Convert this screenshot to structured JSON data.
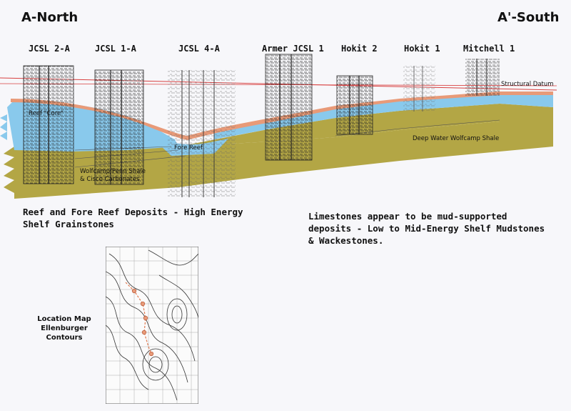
{
  "titles": {
    "left": "A-North",
    "right": "A'-South"
  },
  "wells": [
    {
      "name": "JCSL 2-A"
    },
    {
      "name": "JCSL 1-A"
    },
    {
      "name": "JCSL 4-A"
    },
    {
      "name": "Armer JCSL 1"
    },
    {
      "name": "Hokit 2"
    },
    {
      "name": "Hokit 1"
    },
    {
      "name": "Mitchell 1"
    }
  ],
  "labels": {
    "structural_datum": "Structural Datum",
    "reef_core": "Reef \"Core\"",
    "fore_reef": "Fore Reef",
    "deep_water_shale": "Deep Water Wolfcamp Shale",
    "wolfcamp_penn_line1": "Wolfcamp/Penn Shale",
    "wolfcamp_penn_line2": "& Cisco Carbonates"
  },
  "notes": {
    "reef_line1": "Reef and Fore Reef Deposits - High Energy",
    "reef_line2": "Shelf Grainstones",
    "lime_line1": "Limestones appear to be mud-supported",
    "lime_line2": "deposits - Low to Mid-Energy Shelf Mudstones",
    "lime_line3": "& Wackestones."
  },
  "location_map": {
    "caption_line1": "Location Map",
    "caption_line2": "Ellenburger Contours"
  },
  "colors": {
    "shale": "#b3a645",
    "limestone": "#89c9ec",
    "marker_band": "#e89a78",
    "datum_line": "#d84040",
    "log_trace": "#222222"
  }
}
